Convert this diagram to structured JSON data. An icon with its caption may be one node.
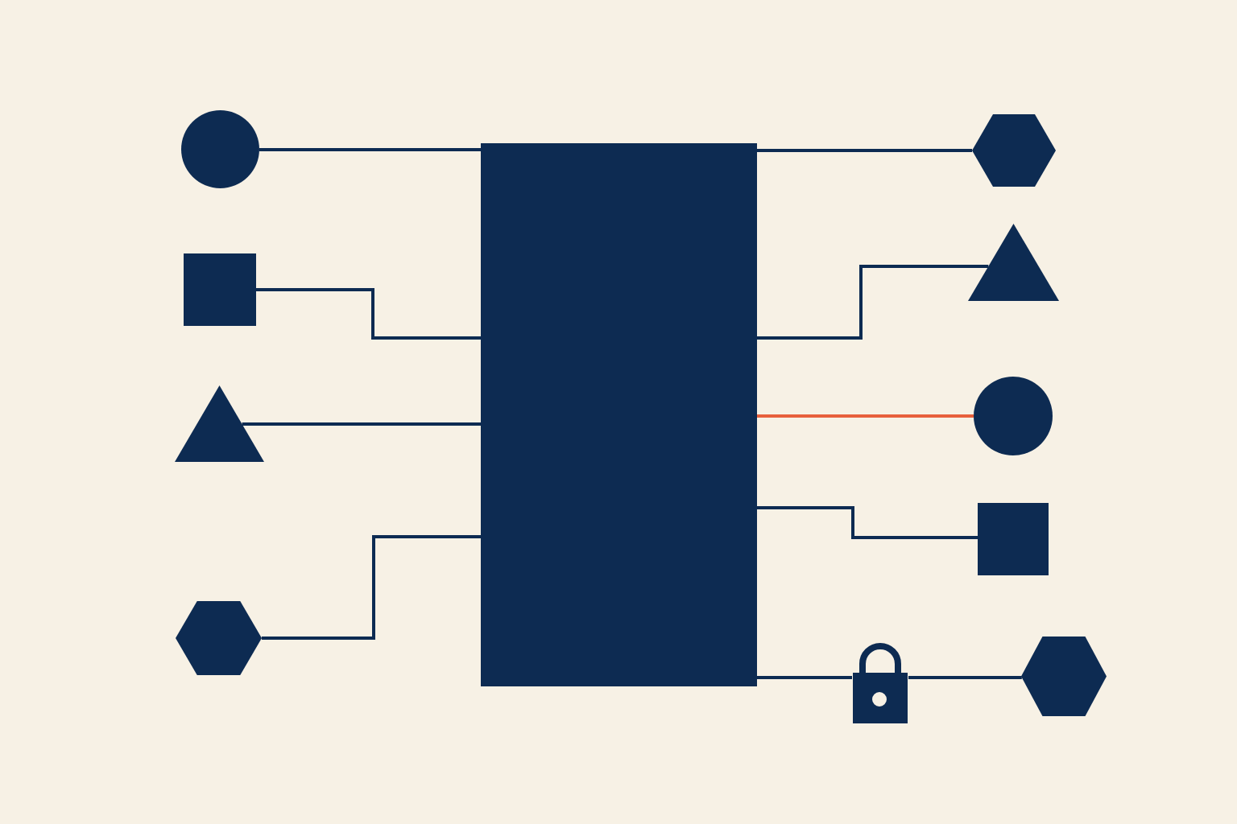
{
  "diagram": {
    "nodes": [
      {
        "text": [],
        "shape": "box"
      },
      {
        "text": [],
        "shape": "circle"
      },
      {
        "text": [],
        "shape": "square"
      },
      {
        "text": [],
        "shape": "triangle"
      },
      {
        "text": [],
        "shape": "hexagon"
      },
      {
        "text": [],
        "shape": "hexagon"
      },
      {
        "text": [],
        "shape": "triangle"
      },
      {
        "text": [],
        "shape": "circle"
      },
      {
        "text": [],
        "shape": "square"
      },
      {
        "text": [],
        "shape": "padlock"
      },
      {
        "text": [],
        "shape": "hexagon"
      }
    ],
    "edges": [
      {
        "from": 1,
        "to": 0,
        "arrow": "none"
      },
      {
        "from": 2,
        "to": 0,
        "arrow": "none"
      },
      {
        "from": 3,
        "to": 0,
        "arrow": "none"
      },
      {
        "from": 4,
        "to": 0,
        "arrow": "none"
      },
      {
        "from": 0,
        "to": 5,
        "arrow": "none"
      },
      {
        "from": 0,
        "to": 6,
        "arrow": "none"
      },
      {
        "from": 0,
        "to": 7,
        "arrow": "none",
        "color": "#e8603c"
      },
      {
        "from": 0,
        "to": 8,
        "arrow": "none"
      },
      {
        "from": 0,
        "to": 9,
        "arrow": "none"
      },
      {
        "from": 9,
        "to": 10,
        "arrow": "none"
      }
    ]
  }
}
